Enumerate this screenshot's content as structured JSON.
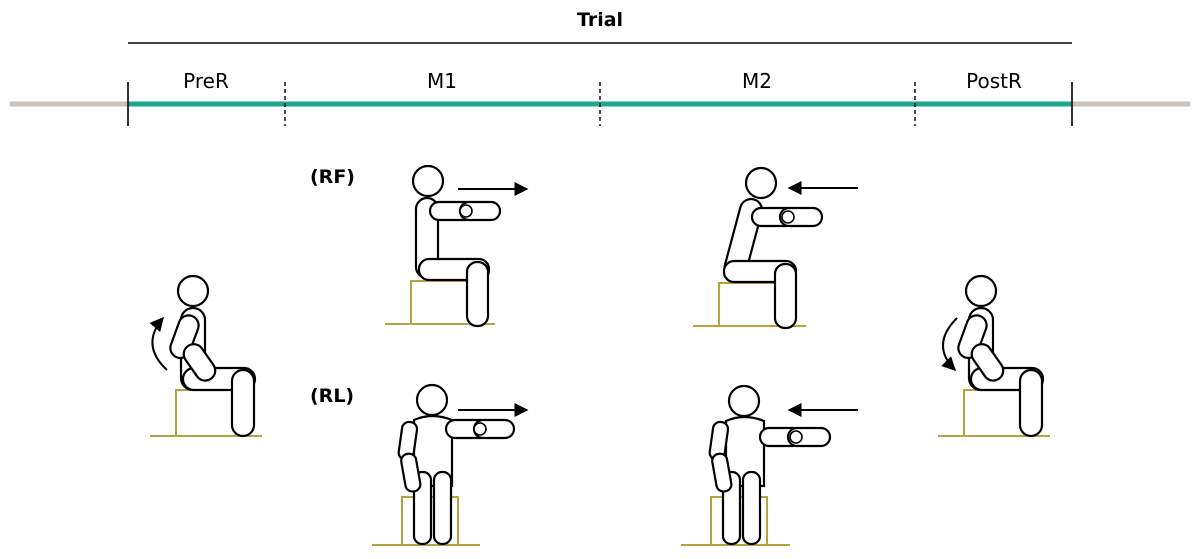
{
  "title": "Trial",
  "phases": [
    {
      "label": "PreR"
    },
    {
      "label": "M1"
    },
    {
      "label": "M2"
    },
    {
      "label": "PostR"
    }
  ],
  "conditions": {
    "rf": "(RF)",
    "rl": "(RL)"
  },
  "colors": {
    "timeline": "#1aa98a",
    "outside_line": "#c9c0bc",
    "chair": "#b3a440",
    "figure_stroke": "#000000"
  }
}
